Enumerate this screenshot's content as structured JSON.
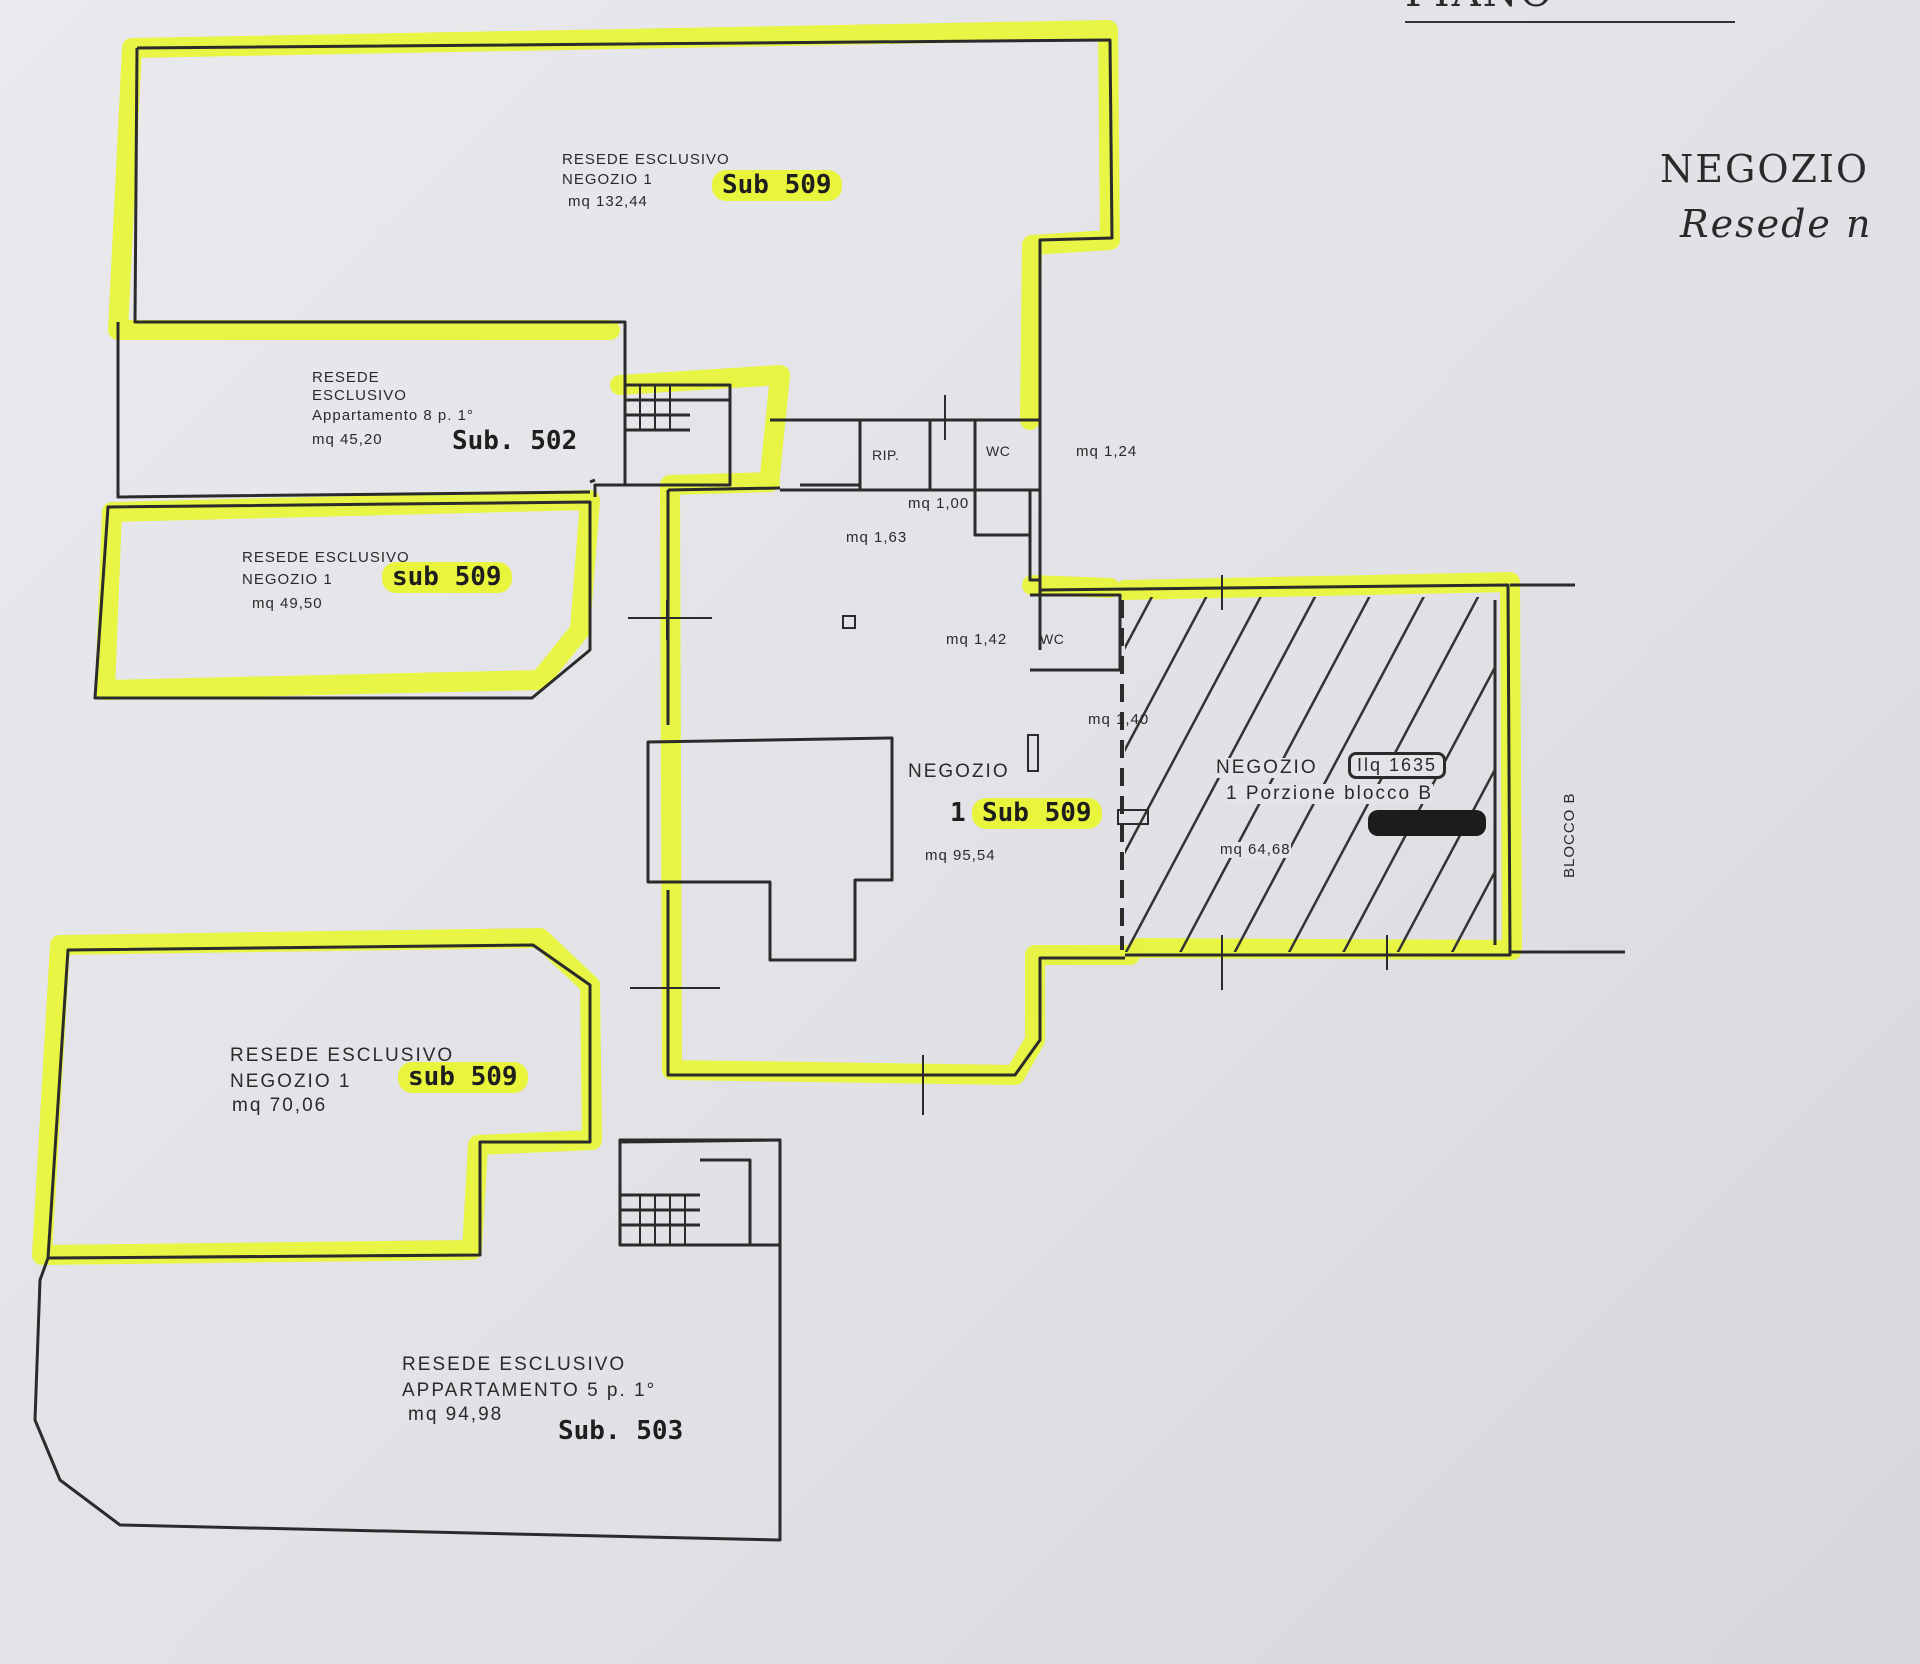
{
  "colors": {
    "highlight": "#e8f53c",
    "ink": "#2a2a2a",
    "paper": "#e6e6ea"
  },
  "header": {
    "title_fragment": "PIANO"
  },
  "side_note": {
    "line1": "NEGOZIO",
    "line2": "Resede n"
  },
  "areas": {
    "top_resede": {
      "line1": "RESEDE ESCLUSIVO",
      "line2": "NEGOZIO 1",
      "sub": "Sub 509",
      "mq": "mq 132,44"
    },
    "resede_app8": {
      "line1": "RESEDE",
      "line2": "ESCLUSIVO",
      "line3": "Appartamento 8 p. 1°",
      "mq": "mq 45,20",
      "sub": "Sub. 502"
    },
    "resede_mid": {
      "line1": "RESEDE ESCLUSIVO",
      "line2": "NEGOZIO 1",
      "sub": "sub 509",
      "mq": "mq 49,50"
    },
    "resede_low": {
      "line1": "RESEDE ESCLUSIVO",
      "line2": "NEGOZIO 1",
      "sub": "sub 509",
      "mq": "mq 70,06"
    },
    "resede_app5": {
      "line1": "RESEDE ESCLUSIVO",
      "line2": "APPARTAMENTO 5 p. 1°",
      "mq": "mq 94,98",
      "sub": "Sub. 503"
    },
    "negozio_main": {
      "line1": "NEGOZIO",
      "num": "1",
      "sub": "Sub 509",
      "mq": "mq 95,54"
    },
    "negozio_b": {
      "line1": "NEGOZIO",
      "line2": "1 Porzione blocco B",
      "mq": "mq 64,68",
      "tag": "Ilq 1635"
    }
  },
  "rooms": {
    "rip": "RIP.",
    "wc1": "WC",
    "wc2": "WC",
    "mq_124": "mq 1,24",
    "mq_100": "mq 1,00",
    "mq_163": "mq 1,63",
    "mq_142": "mq 1,42",
    "mq_140": "mq 1,40"
  },
  "blocco_label": "BLOCCO B"
}
